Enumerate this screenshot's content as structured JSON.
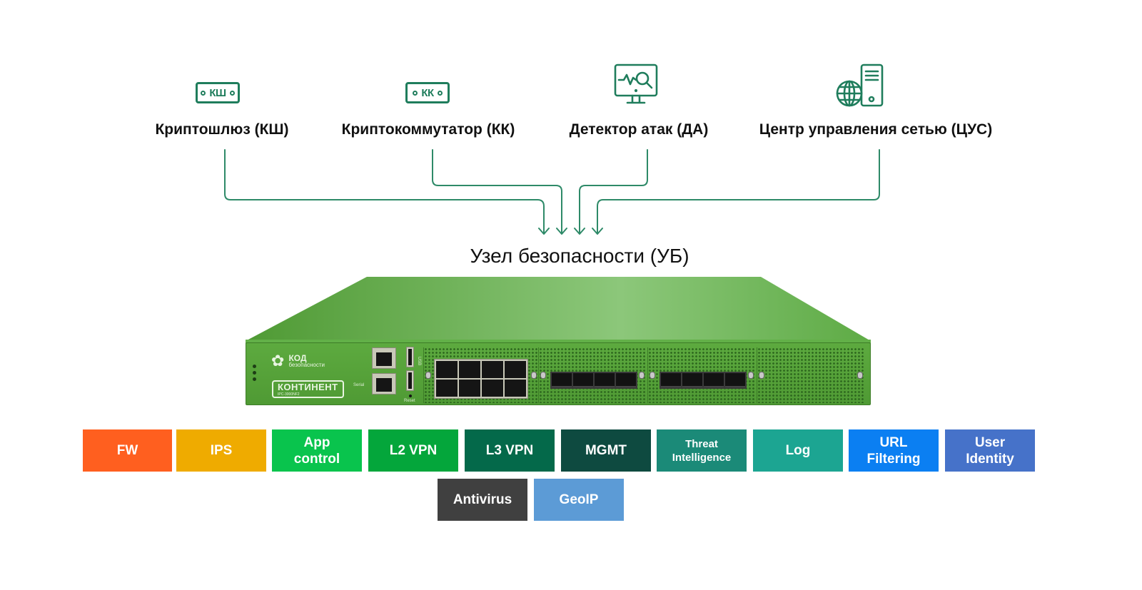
{
  "diagram": {
    "accent_color": "#1f7d5c",
    "sources": [
      {
        "id": "ksh",
        "label": "Криптошлюз (КШ)",
        "icon": "crypto-gateway-badge-icon",
        "icon_text": "КШ"
      },
      {
        "id": "kk",
        "label": "Криптокоммутатор (КК)",
        "icon": "crypto-switch-badge-icon",
        "icon_text": "КК"
      },
      {
        "id": "da",
        "label": "Детектор атак (ДА)",
        "icon": "monitor-analytics-icon"
      },
      {
        "id": "tsus",
        "label": "Центр управления сетью (ЦУС)",
        "icon": "globe-server-icon"
      }
    ],
    "hub": {
      "title": "Узел безопасности (УБ)",
      "device": {
        "vendor_name": "КОД",
        "vendor_subtitle": "безопасности",
        "product_name": "КОНТИНЕНТ",
        "model": "IPC-3000NF2",
        "port_labels": {
          "serial": "Serial",
          "usb": "USB",
          "reset": "Reset"
        }
      }
    },
    "features": [
      {
        "label": "FW",
        "color": "#ff5f1f"
      },
      {
        "label": "IPS",
        "color": "#efab00"
      },
      {
        "label": "App\ncontrol",
        "color": "#09c44d"
      },
      {
        "label": "L2 VPN",
        "color": "#04a63b"
      },
      {
        "label": "L3 VPN",
        "color": "#04694a"
      },
      {
        "label": "MGMT",
        "color": "#0e4a40"
      },
      {
        "label": "Threat\nIntelligence",
        "color": "#1b8a78"
      },
      {
        "label": "Log",
        "color": "#1ca592"
      },
      {
        "label": "URL\nFiltering",
        "color": "#0b7ff2"
      },
      {
        "label": "User\nIdentity",
        "color": "#4672c9"
      },
      {
        "label": "Antivirus",
        "color": "#404040"
      },
      {
        "label": "GeoIP",
        "color": "#5c9bd6"
      }
    ]
  }
}
